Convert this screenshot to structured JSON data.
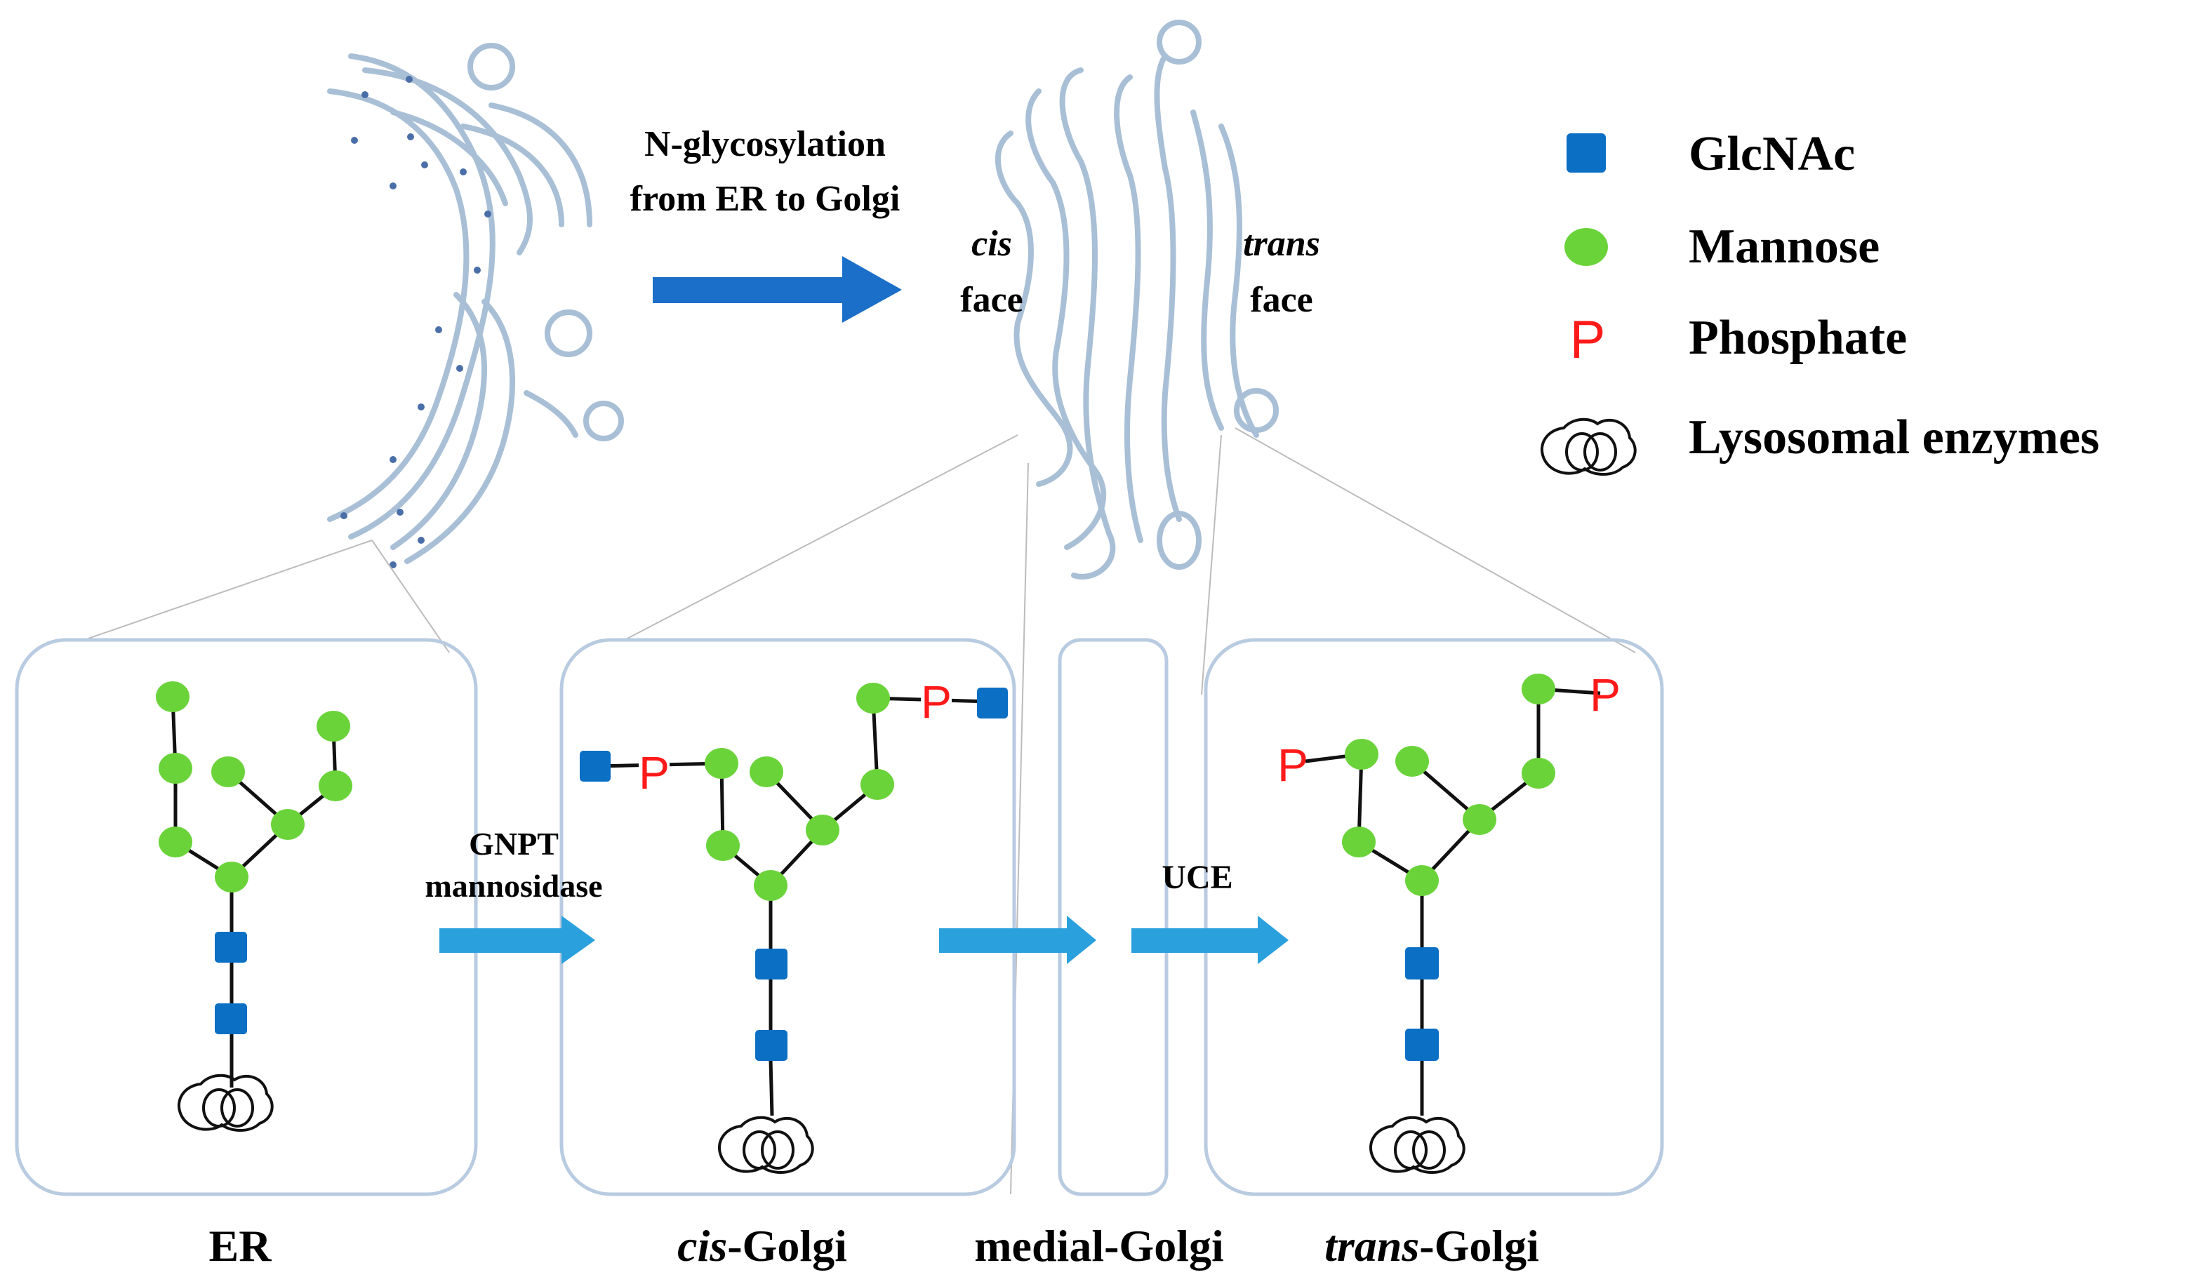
{
  "top_arrow_label": [
    "N-glycosylation",
    "from ER to Golgi"
  ],
  "golgi_faces": {
    "cis": {
      "italic": "cis",
      "plain": "face"
    },
    "trans": {
      "italic": "trans",
      "plain": "face"
    }
  },
  "legend": [
    {
      "shape": "square",
      "color": "#0b6fc4",
      "label": "GlcNAc"
    },
    {
      "shape": "circle",
      "color": "#6bd33a",
      "label": "Mannose"
    },
    {
      "shape": "letter",
      "symbol": "P",
      "color": "#ff1a1a",
      "label": "Phosphate"
    },
    {
      "shape": "enzyme",
      "label": "Lysosomal enzymes"
    }
  ],
  "step_labels": {
    "er_to_cis": [
      "GNPT",
      "mannosidase"
    ],
    "medial_to_trans": "UCE"
  },
  "compartments": {
    "er": {
      "plain": "ER"
    },
    "cis": {
      "italic": "cis",
      "plain": "-Golgi"
    },
    "medial": {
      "plain": "medial-Golgi"
    },
    "trans": {
      "italic": "trans",
      "plain": "-Golgi"
    }
  },
  "colors": {
    "glcnac": "#0b6fc4",
    "mannose": "#6bd33a",
    "phosphate": "#ff1a1a",
    "membrane": "#a8bfd6",
    "box_border": "#b8cbe0",
    "main_arrow": "#1b6fc9",
    "step_arrow": "#2aa0dc"
  }
}
